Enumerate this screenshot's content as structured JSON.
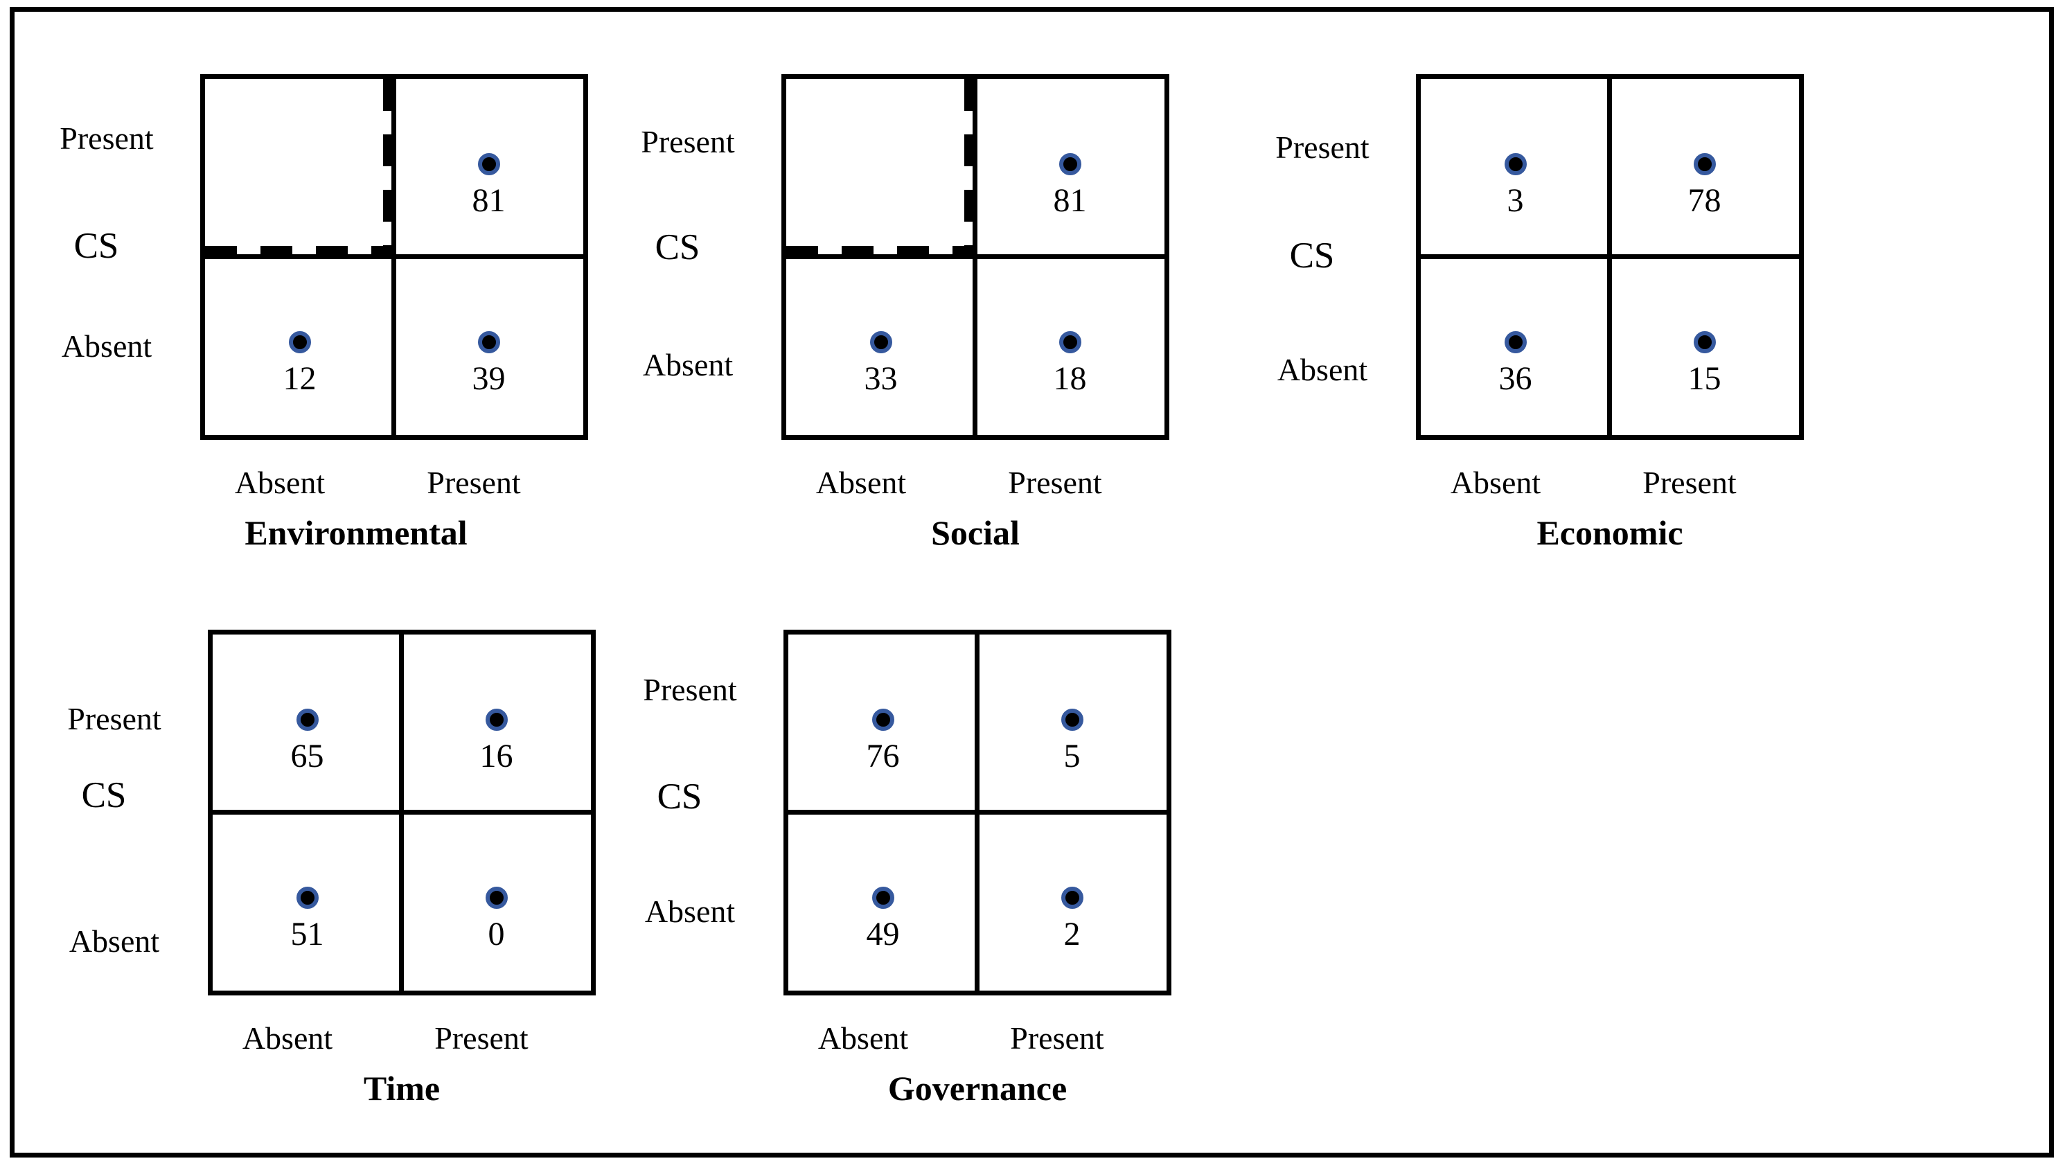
{
  "colors": {
    "background": "#ffffff",
    "line_color": "#000000",
    "dot_fill": "#000000",
    "dot_ring": "#36599e"
  },
  "chart_data": [
    {
      "type": "table",
      "title": "Environmental",
      "y_axis_title": "CS",
      "y_ticks": {
        "top": "Present",
        "bottom": "Absent"
      },
      "x_ticks": {
        "left": "Absent",
        "right": "Present"
      },
      "counts": {
        "top_left": null,
        "top_right": 81,
        "bottom_left": 12,
        "bottom_right": 39
      },
      "dashed_outline_quadrant": "top_left",
      "layout": {
        "row": 1,
        "col": 1,
        "grid": "2x2",
        "legend": "none"
      }
    },
    {
      "type": "table",
      "title": "Social",
      "y_axis_title": "CS",
      "y_ticks": {
        "top": "Present",
        "bottom": "Absent"
      },
      "x_ticks": {
        "left": "Absent",
        "right": "Present"
      },
      "counts": {
        "top_left": null,
        "top_right": 81,
        "bottom_left": 33,
        "bottom_right": 18
      },
      "dashed_outline_quadrant": "top_left",
      "layout": {
        "row": 1,
        "col": 2,
        "grid": "2x2",
        "legend": "none"
      }
    },
    {
      "type": "table",
      "title": "Economic",
      "y_axis_title": "CS",
      "y_ticks": {
        "top": "Present",
        "bottom": "Absent"
      },
      "x_ticks": {
        "left": "Absent",
        "right": "Present"
      },
      "counts": {
        "top_left": 3,
        "top_right": 78,
        "bottom_left": 36,
        "bottom_right": 15
      },
      "dashed_outline_quadrant": null,
      "layout": {
        "row": 1,
        "col": 3,
        "grid": "2x2",
        "legend": "none"
      }
    },
    {
      "type": "table",
      "title": "Time",
      "y_axis_title": "CS",
      "y_ticks": {
        "top": "Present",
        "bottom": "Absent"
      },
      "x_ticks": {
        "left": "Absent",
        "right": "Present"
      },
      "counts": {
        "top_left": 65,
        "top_right": 16,
        "bottom_left": 51,
        "bottom_right": 0
      },
      "dashed_outline_quadrant": null,
      "layout": {
        "row": 2,
        "col": 1,
        "grid": "2x2",
        "legend": "none"
      }
    },
    {
      "type": "table",
      "title": "Governance",
      "y_axis_title": "CS",
      "y_ticks": {
        "top": "Present",
        "bottom": "Absent"
      },
      "x_ticks": {
        "left": "Absent",
        "right": "Present"
      },
      "counts": {
        "top_left": 76,
        "top_right": 5,
        "bottom_left": 49,
        "bottom_right": 2
      },
      "dashed_outline_quadrant": null,
      "layout": {
        "row": 2,
        "col": 2,
        "grid": "2x2",
        "legend": "none"
      }
    }
  ]
}
